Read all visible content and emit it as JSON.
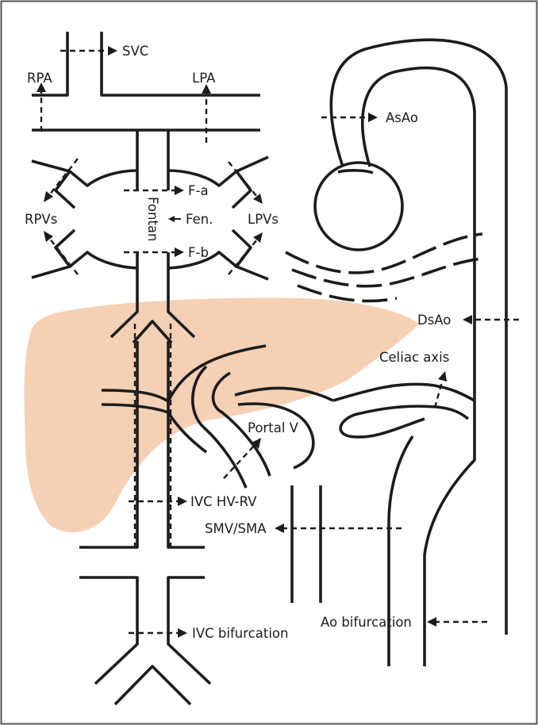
{
  "colors": {
    "liver": "#f6d0b4",
    "line": "#1c1c1c",
    "frame": "#555555"
  },
  "labels": {
    "svc": "SVC",
    "rpa": "RPA",
    "lpa": "LPA",
    "asao": "AsAo",
    "f_a": "F-a",
    "fontan": "Fontan",
    "fen": "Fen.",
    "rpvs": "RPVs",
    "lpvs": "LPVs",
    "f_b": "F-b",
    "dsao": "DsAo",
    "celiac_axis": "Celiac axis",
    "portal_v": "Portal V",
    "ivc_hv_rv": "IVC HV-RV",
    "smv_sma": "SMV/SMA",
    "ao_bifurcation": "Ao bifurcation",
    "ivc_bifurcation": "IVC bifurcation"
  }
}
